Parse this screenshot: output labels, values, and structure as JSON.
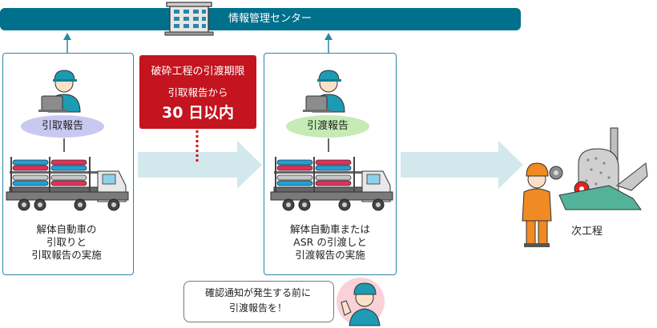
{
  "header": {
    "title": "情報管理センター"
  },
  "left_panel": {
    "label": "引取報告",
    "description": [
      "解体自動車の",
      "引取りと",
      "引取報告の実施"
    ]
  },
  "deadline_box": {
    "title": "破砕工程の引渡期限",
    "sub": "引取報告から",
    "big": "30 日以内"
  },
  "middle_panel": {
    "label": "引渡報告",
    "description": [
      "解体自動車または",
      "ASR の引渡しと",
      "引渡報告の実施"
    ]
  },
  "next_step": {
    "label": "次工程"
  },
  "speech_bubble": {
    "lines": [
      "確認通知が発生する前に",
      "引渡報告を！"
    ]
  },
  "colors": {
    "header": "#00708c",
    "panel_border": "#2b86a6",
    "deadline": "#c4141f",
    "left_label": "#c8c9f1",
    "middle_label": "#c6ebb5",
    "arrow": "#d3e8ec"
  },
  "icons": [
    "building-icon",
    "worker-laptop-icon",
    "car-carrier-truck-icon",
    "shredder-plant-icon",
    "pointing-worker-icon"
  ]
}
